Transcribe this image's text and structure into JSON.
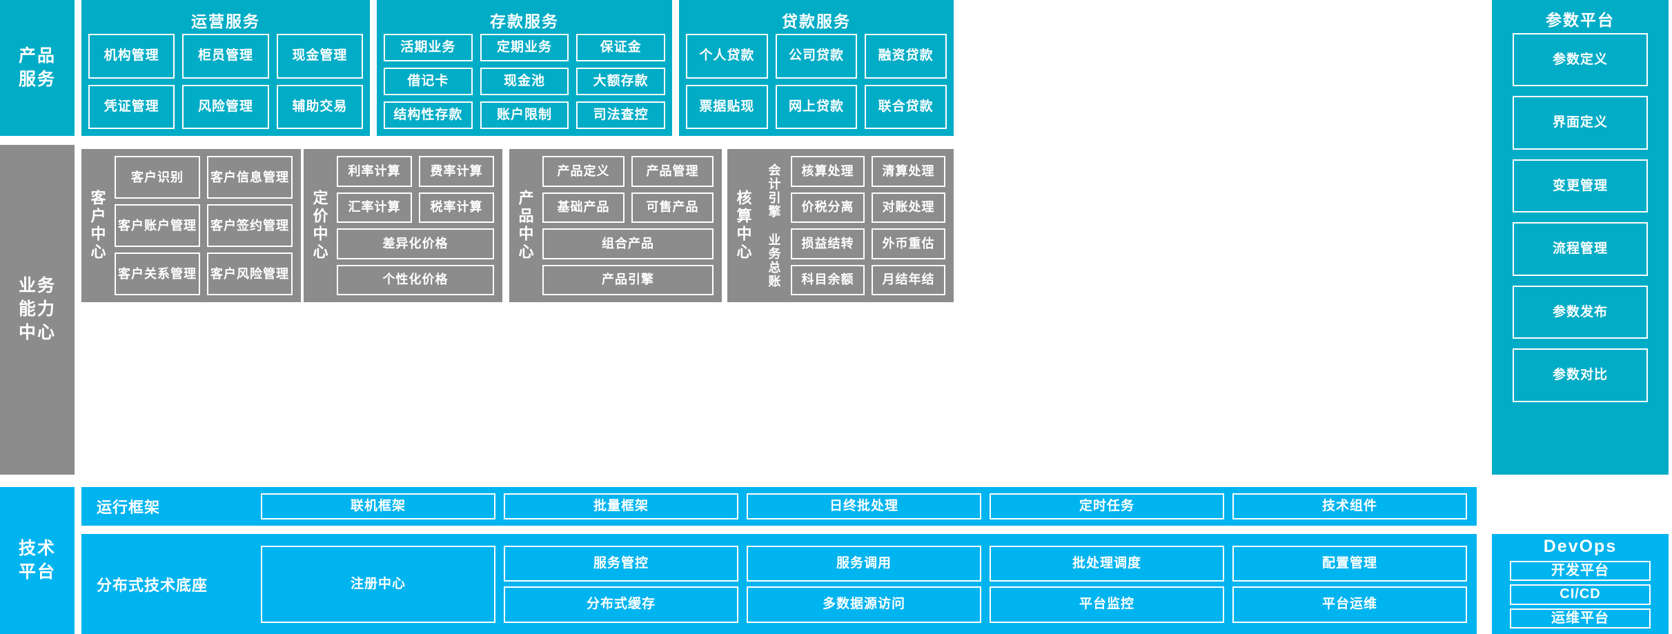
{
  "bands": {
    "product_services": "产品\n服务",
    "business_capability": "业务\n能力\n中心",
    "technology_platform": "技术\n平台"
  },
  "product_services": {
    "groups": [
      {
        "title": "运营服务",
        "items": [
          "机构管理",
          "柜员管理",
          "现金管理",
          "凭证管理",
          "风险管理",
          "辅助交易"
        ]
      },
      {
        "title": "存款服务",
        "items": [
          "活期业务",
          "定期业务",
          "保证金",
          "借记卡",
          "现金池",
          "大额存款",
          "结构性存款",
          "账户限制",
          "司法查控"
        ]
      },
      {
        "title": "贷款服务",
        "items": [
          "个人贷款",
          "公司贷款",
          "融资贷款",
          "票据贴现",
          "网上贷款",
          "联合贷款"
        ]
      }
    ]
  },
  "param_platform": {
    "title": "参数平台",
    "items": [
      "参数定义",
      "界面定义",
      "变更管理",
      "流程管理",
      "参数发布",
      "参数对比"
    ]
  },
  "business_centers": [
    {
      "label": "客户中心",
      "items": [
        "客户识别",
        "客户信息管理",
        "客户账户管理",
        "客户签约管理",
        "客户关系管理",
        "客户风险管理"
      ]
    },
    {
      "label": "定价中心",
      "items": [
        "利率计算",
        "费率计算",
        "汇率计算",
        "税率计算",
        "差异化价格",
        "个性化价格"
      ]
    },
    {
      "label": "产品中心",
      "items": [
        "产品定义",
        "产品管理",
        "基础产品",
        "可售产品",
        "组合产品",
        "产品引擎"
      ]
    },
    {
      "label": "核算中心",
      "sublabels": [
        "会计引擎",
        "业务总账"
      ],
      "items": [
        "核算处理",
        "清算处理",
        "价税分离",
        "对账处理",
        "损益结转",
        "外币重估",
        "科目余额",
        "月结年结"
      ]
    }
  ],
  "technology": {
    "rows": [
      {
        "name": "运行框架",
        "items": [
          "联机框架",
          "批量框架",
          "日终批处理",
          "定时任务",
          "技术组件"
        ]
      },
      {
        "name": "分布式技术底座",
        "anchor": "注册中心",
        "items": [
          "服务管控",
          "服务调用",
          "批处理调度",
          "配置管理",
          "分布式缓存",
          "多数据源访问",
          "平台监控",
          "平台运维"
        ]
      }
    ]
  },
  "devops": {
    "title": "DevOps",
    "items": [
      "开发平台",
      "CI/CD",
      "运维平台"
    ]
  },
  "colors": {
    "teal": "#00acc6",
    "gray": "#8c8c8c",
    "blue": "#00b4f0",
    "chip_border": "#ffffff",
    "text": "#ffffff"
  }
}
